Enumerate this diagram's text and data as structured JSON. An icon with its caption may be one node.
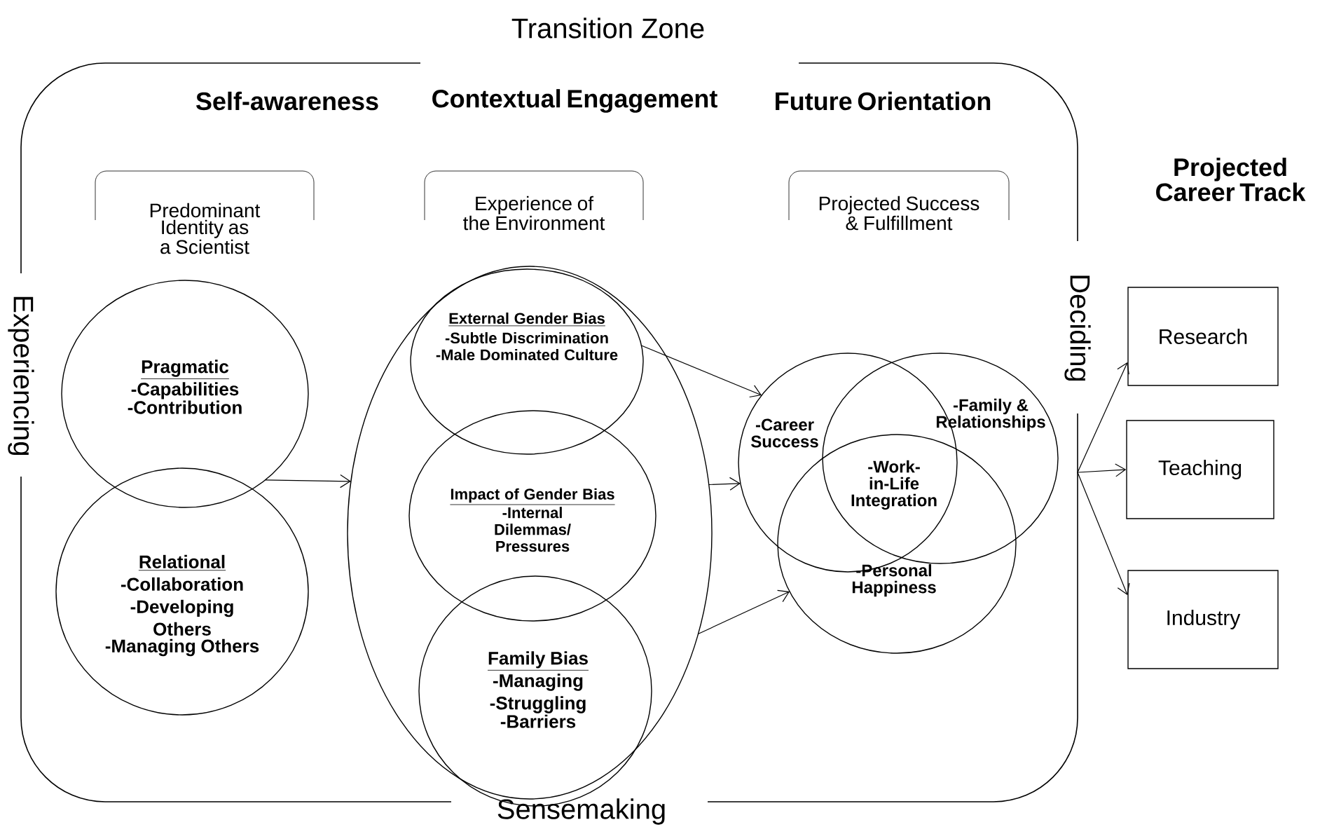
{
  "diagram": {
    "nodes": [
      {
        "text": [
          "Transition Zone",
          "Experiencing",
          "Deciding",
          "Sensemaking"
        ]
      },
      {
        "text": [
          "Predominant Identity as a Scientist"
        ],
        "in": 0
      },
      {
        "text": [
          "Experience of the Environment"
        ],
        "in": 0
      },
      {
        "text": [
          "Projected Success & Fulfillment"
        ],
        "in": 0
      },
      {
        "text": [
          "Pragmatic",
          "-Capabilities",
          "-Contribution"
        ],
        "in": 0
      },
      {
        "text": [
          "Relational",
          "-Collaboration",
          "-Developing Others",
          "-Managing Others"
        ],
        "in": 0
      },
      {
        "text": [],
        "shape": "ellipse",
        "in": 0
      },
      {
        "text": [
          "External Gender Bias",
          "-Subtle Discrimination",
          "-Male Dominated Culture"
        ],
        "in": 6
      },
      {
        "text": [
          "Impact of Gender Bias",
          "-Internal Dilemmas/ Pressures"
        ],
        "in": 6
      },
      {
        "text": [
          "Family Bias",
          "-Managing",
          "-Struggling",
          "-Barriers"
        ],
        "in": 6
      },
      {
        "text": [
          "-Career Success"
        ],
        "in": 0
      },
      {
        "text": [
          "-Family & Relationships"
        ],
        "in": 0
      },
      {
        "text": [
          "-Personal Happiness"
        ],
        "in": 0
      },
      {
        "text": [
          "Research"
        ]
      },
      {
        "text": [
          "Teaching"
        ]
      },
      {
        "text": [
          "Industry"
        ]
      }
    ],
    "edges": [
      {
        "from": 4,
        "to": 6,
        "arrow": "to"
      },
      {
        "from": 7,
        "to": 10,
        "arrow": "to"
      },
      {
        "from": 6,
        "to": 10,
        "arrow": "to"
      },
      {
        "from": 6,
        "to": 12,
        "arrow": "to"
      },
      {
        "from": 0,
        "to": 13,
        "arrow": "to"
      },
      {
        "from": 0,
        "to": 14,
        "arrow": "to"
      },
      {
        "from": 0,
        "to": 15,
        "arrow": "to"
      }
    ],
    "labels": [
      "Self-awareness",
      "Contextual Engagement",
      "Future Orientation",
      "Projected Career Track",
      "-Work-in-Life Integration"
    ]
  }
}
